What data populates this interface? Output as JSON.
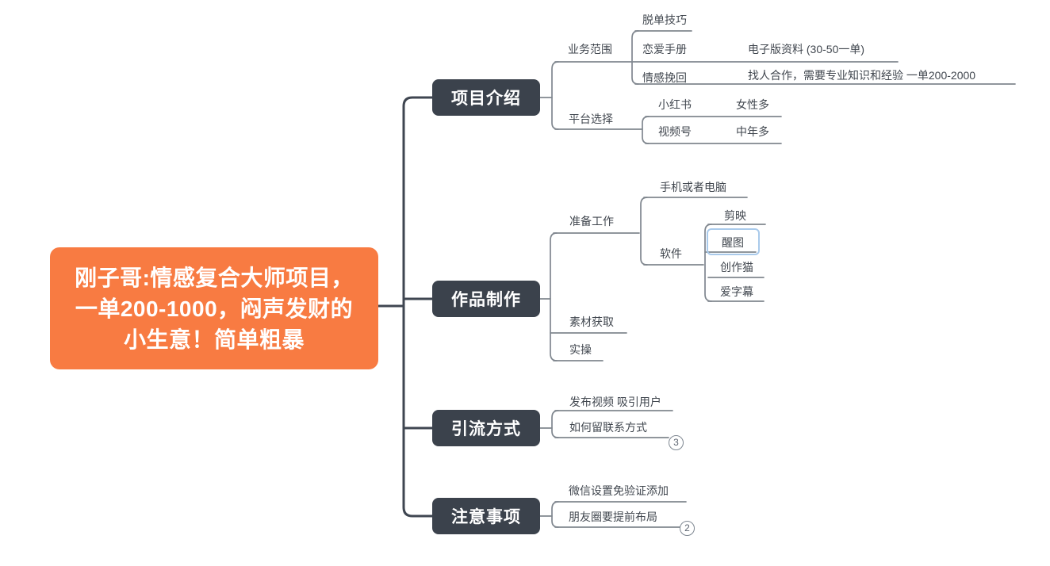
{
  "colors": {
    "root_bg": "#F87B42",
    "topic_bg": "#3B424C",
    "trunk": "#3F4651",
    "branch_line": "#80878F",
    "leaf_text": "#41474F",
    "selection": "#A9CAEB",
    "badge_border": "#7E8791",
    "badge_text": "#5C6470",
    "canvas_bg": "#FFFFFF"
  },
  "mindmap": {
    "root": {
      "label": "刚子哥:情感复合大师项目，\n一单200-1000，闷声发财的\n小生意！简单粗暴"
    },
    "branches": [
      {
        "label": "项目介绍",
        "children": [
          {
            "label": "业务范围",
            "children": [
              {
                "label": "脱单技巧"
              },
              {
                "label": "恋爱手册",
                "children": [
                  {
                    "label": "电子版资料 (30-50一单)"
                  }
                ]
              },
              {
                "label": "情感挽回",
                "children": [
                  {
                    "label": "找人合作，需要专业知识和经验 一单200-2000"
                  }
                ]
              }
            ]
          },
          {
            "label": "平台选择",
            "children": [
              {
                "label": "小红书",
                "children": [
                  {
                    "label": "女性多"
                  }
                ]
              },
              {
                "label": "视频号",
                "children": [
                  {
                    "label": "中年多"
                  }
                ]
              }
            ]
          }
        ]
      },
      {
        "label": "作品制作",
        "children": [
          {
            "label": "准备工作",
            "children": [
              {
                "label": "手机或者电脑"
              },
              {
                "label": "软件",
                "children": [
                  {
                    "label": "剪映"
                  },
                  {
                    "label": "醒图",
                    "selected": true
                  },
                  {
                    "label": "创作猫"
                  },
                  {
                    "label": "爱字幕"
                  }
                ]
              }
            ]
          },
          {
            "label": "素材获取"
          },
          {
            "label": "实操"
          }
        ]
      },
      {
        "label": "引流方式",
        "children": [
          {
            "label": "发布视频 吸引用户"
          },
          {
            "label": "如何留联系方式",
            "collapsed_count": "3"
          }
        ]
      },
      {
        "label": "注意事项",
        "children": [
          {
            "label": "微信设置免验证添加"
          },
          {
            "label": "朋友圈要提前布局",
            "collapsed_count": "2"
          }
        ]
      }
    ]
  }
}
